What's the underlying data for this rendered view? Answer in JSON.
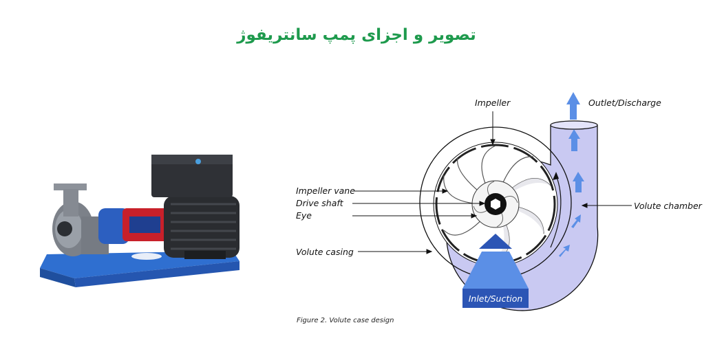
{
  "title": "تصویر و اجزای پمپ سانتریفوژ",
  "photo": {
    "description_icon": "centrifugal-pump-photo-icon"
  },
  "diagram": {
    "labels": {
      "impeller": "Impeller",
      "outlet": "Outlet/Discharge",
      "impeller_vane": "Impeller vane",
      "drive_shaft": "Drive shaft",
      "eye": "Eye",
      "volute_chamber": "Volute chamber",
      "volute_casing": "Volute casing",
      "inlet": "Inlet/Suction"
    },
    "caption": "Figure 2. Volute case design"
  },
  "colors": {
    "title_green": "#1e9a4d",
    "volute_fill": "#c9c9f2",
    "arrow_blue": "#5b8fe6",
    "inlet_blue": "#2c55b5"
  }
}
